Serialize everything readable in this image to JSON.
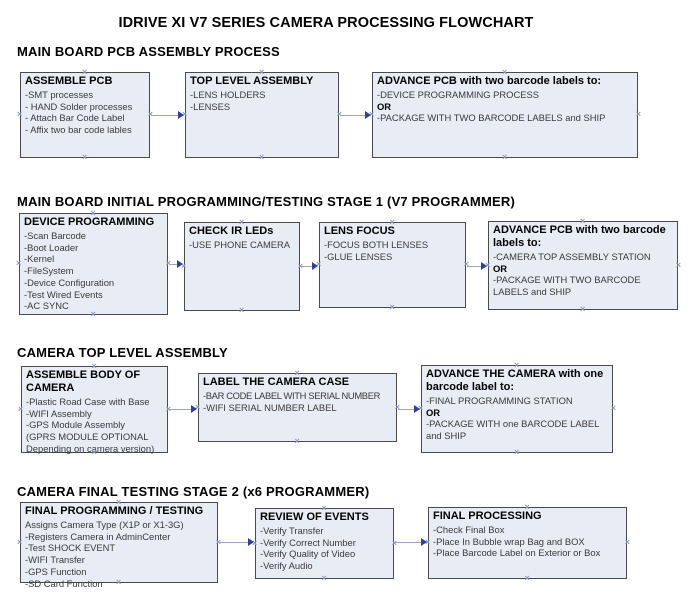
{
  "title": "IDRIVE XI V7 SERIES CAMERA PROCESSING FLOWCHART",
  "colors": {
    "box_fill": "#e8ecf5",
    "box_border": "#4a4a4a",
    "arrow_line": "#9aa6c6",
    "arrow_head": "#2f3f9e",
    "connection_point": "#8e9ab8",
    "background": "#ffffff"
  },
  "sections": [
    {
      "heading": "MAIN BOARD PCB ASSEMBLY PROCESS",
      "boxes": [
        {
          "title": "ASSEMBLE PCB",
          "lines": [
            "-SMT processes",
            "- HAND Solder processes",
            "- Attach Bar Code Label",
            "- Affix two bar code lables"
          ]
        },
        {
          "title": "TOP LEVEL ASSEMBLY",
          "lines": [
            "-LENS HOLDERS",
            "-LENSES"
          ]
        },
        {
          "title": "ADVANCE PCB with two barcode labels to:",
          "lines": [
            "-DEVICE PROGRAMMING PROCESS",
            "OR",
            "-PACKAGE WITH TWO BARCODE LABELS and SHIP"
          ]
        }
      ]
    },
    {
      "heading": "MAIN BOARD INITIAL PROGRAMMING/TESTING STAGE 1 (V7 PROGRAMMER)",
      "boxes": [
        {
          "title": "DEVICE PROGRAMMING",
          "lines": [
            "-Scan Barcode",
            "-Boot Loader",
            "-Kernel",
            "-FileSystem",
            "-Device Configuration",
            "-Test Wired Events",
            "-AC SYNC"
          ]
        },
        {
          "title": "CHECK IR LEDs",
          "lines": [
            "-USE PHONE CAMERA"
          ]
        },
        {
          "title": "LENS FOCUS",
          "lines": [
            "-FOCUS BOTH LENSES",
            "-GLUE LENSES"
          ]
        },
        {
          "title": "ADVANCE PCB with two barcode labels to:",
          "lines": [
            "-CAMERA TOP ASSEMBLY STATION",
            "OR",
            "-PACKAGE WITH TWO BARCODE LABELS and SHIP"
          ]
        }
      ]
    },
    {
      "heading": "CAMERA TOP LEVEL ASSEMBLY",
      "boxes": [
        {
          "title": "ASSEMBLE BODY OF CAMERA",
          "lines": [
            "-Plastic Road Case with Base",
            "-WIFI Assembly",
            "-GPS Module Assembly",
            "(GPRS MODULE OPTIONAL Depending on camera version)"
          ]
        },
        {
          "title": "LABEL THE CAMERA CASE",
          "lines": [
            "-BAR CODE LABEL WITH SERIAL NUMBER",
            "-WIFI SERIAL NUMBER LABEL"
          ]
        },
        {
          "title": "ADVANCE THE CAMERA with one barcode label to:",
          "lines": [
            "-FINAL PROGRAMMING STATION",
            "OR",
            "-PACKAGE WITH one BARCODE LABEL and SHIP"
          ]
        }
      ]
    },
    {
      "heading": "CAMERA FINAL TESTING STAGE 2 (x6 PROGRAMMER)",
      "boxes": [
        {
          "title": "FINAL PROGRAMMING / TESTING",
          "lines": [
            "Assigns Camera Type (X1P or X1-3G)",
            "-Registers Camera in AdminCenter",
            "-Test SHOCK EVENT",
            "-WIFI Transfer",
            "-GPS Function",
            "-SD Card Function"
          ]
        },
        {
          "title": "REVIEW OF EVENTS",
          "lines": [
            "-Verify Transfer",
            "-Verify Correct Number",
            "-Verify Quality of Video",
            "-Verify Audio"
          ]
        },
        {
          "title": "FINAL PROCESSING",
          "lines": [
            "-Check Final Box",
            "-Place In Bubble wrap Bag and BOX",
            "-Place Barcode Label on Exterior or Box"
          ]
        }
      ]
    }
  ]
}
